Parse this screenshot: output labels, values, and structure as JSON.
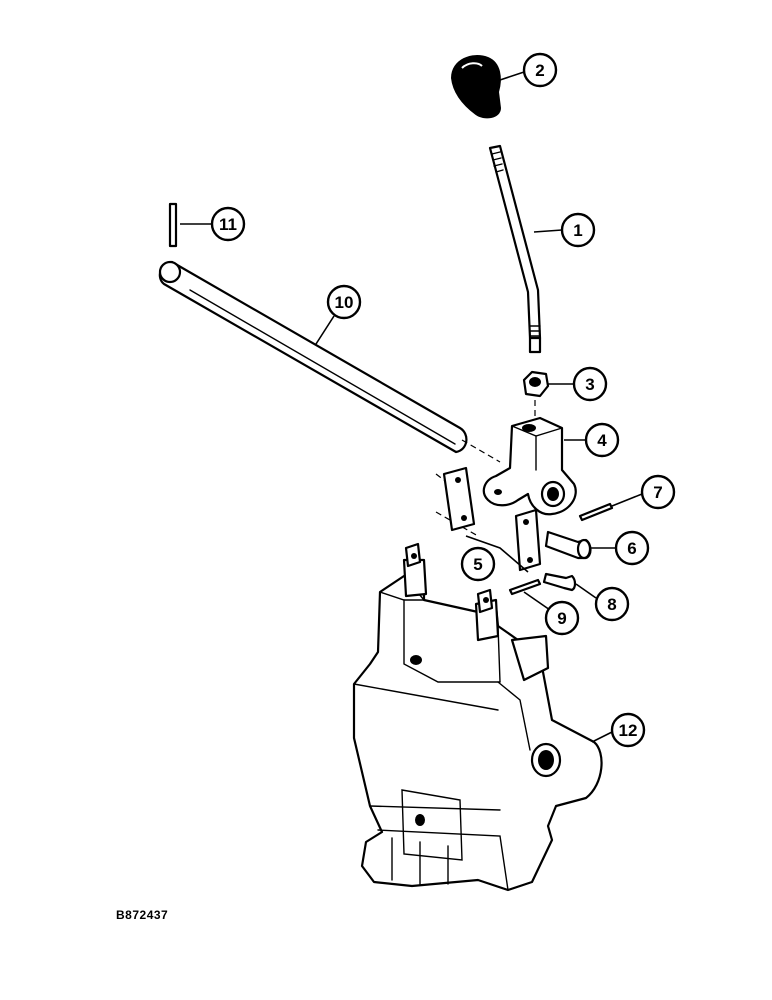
{
  "figure": {
    "id_label": "B872437"
  },
  "callouts": [
    {
      "label": "1",
      "part": "control-lever"
    },
    {
      "label": "2",
      "part": "lever-knob"
    },
    {
      "label": "3",
      "part": "jam-nut"
    },
    {
      "label": "4",
      "part": "lever-bracket"
    },
    {
      "label": "5",
      "part": "link-plates"
    },
    {
      "label": "6",
      "part": "clevis-pin"
    },
    {
      "label": "7",
      "part": "cotter-pin"
    },
    {
      "label": "8",
      "part": "pin"
    },
    {
      "label": "9",
      "part": "cotter-pin-small"
    },
    {
      "label": "10",
      "part": "pivot-shaft"
    },
    {
      "label": "11",
      "part": "roll-pin"
    },
    {
      "label": "12",
      "part": "control-valve"
    }
  ]
}
